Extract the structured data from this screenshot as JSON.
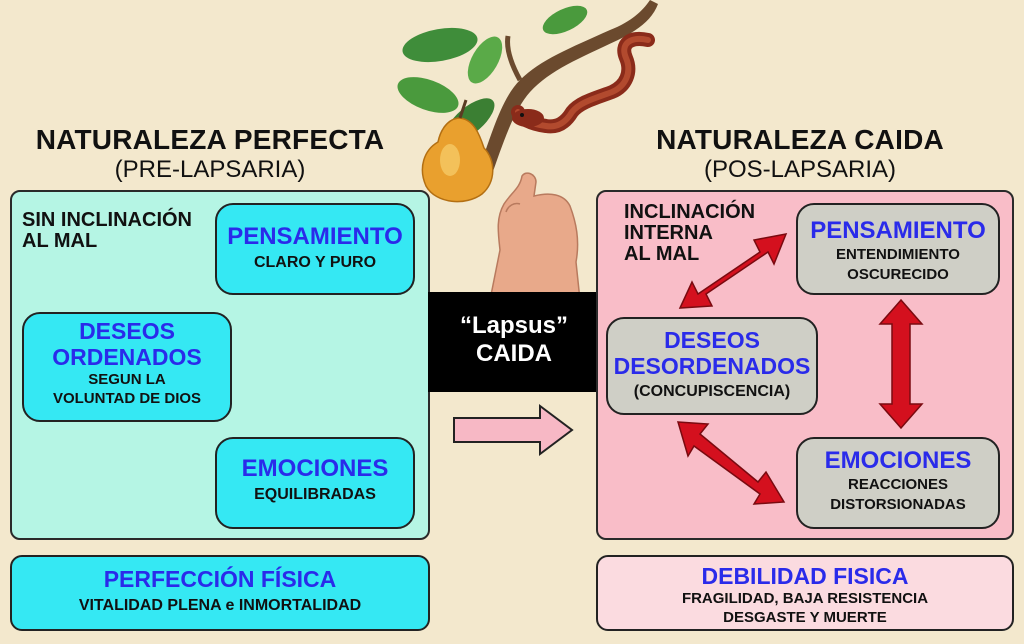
{
  "left": {
    "title": "NATURALEZA PERFECTA",
    "subtitle": "(PRE-LAPSARIA)",
    "inclination": "SIN INCLINACIÓN\nAL MAL",
    "thought": {
      "title": "PENSAMIENTO",
      "desc": "CLARO Y PURO"
    },
    "desires": {
      "title": "DESEOS\nORDENADOS",
      "desc": "SEGUN LA\nVOLUNTAD DE DIOS"
    },
    "emotions": {
      "title": "EMOCIONES",
      "desc": "EQUILIBRADAS"
    },
    "physical": {
      "title": "PERFECCIÓN FÍSICA",
      "desc": "VITALIDAD PLENA e INMORTALIDAD"
    }
  },
  "center": {
    "lapsus": "“Lapsus”",
    "fall": "CAIDA"
  },
  "right": {
    "title": "NATURALEZA CAIDA",
    "subtitle": "(POS-LAPSARIA)",
    "inclination": "INCLINACIÓN\nINTERNA\nAL MAL",
    "thought": {
      "title": "PENSAMIENTO",
      "desc": "ENTENDIMIENTO\nOSCURECIDO"
    },
    "desires": {
      "title": "DESEOS\nDESORDENADOS",
      "desc": "(CONCUPISCENCIA)"
    },
    "emotions": {
      "title": "EMOCIONES",
      "desc": "REACCIONES\nDISTORSIONADAS"
    },
    "physical": {
      "title": "DEBILIDAD FISICA",
      "desc": "FRAGILIDAD, BAJA RESISTENCIA\nDESGASTE Y MUERTE"
    }
  },
  "colors": {
    "background": "#f3e8cd",
    "left_panel": "#b5f5e4",
    "right_panel": "#f9bdc8",
    "cyan_box": "#35e8f3",
    "gray_box": "#cfcfc6",
    "blue_text": "#2a2bea",
    "red_arrow": "#d4101e",
    "pink_arrow": "#f7b8c5"
  },
  "illustration": {
    "icons": [
      "branch-icon",
      "leaf-icon",
      "pear-icon",
      "hand-icon",
      "serpent-icon"
    ]
  }
}
